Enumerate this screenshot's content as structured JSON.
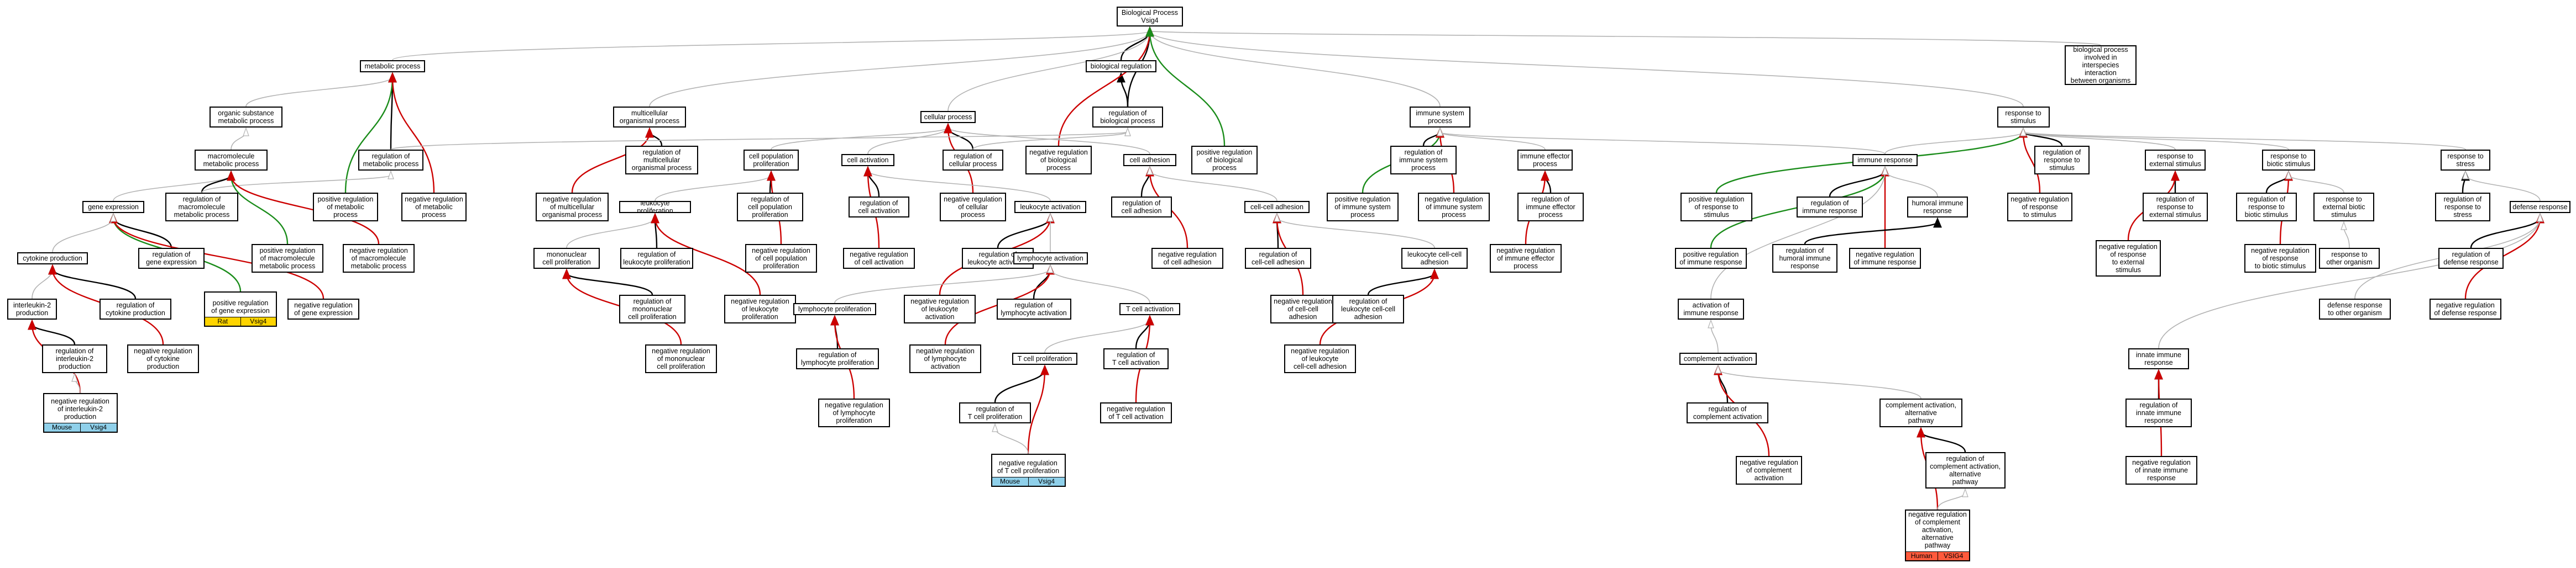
{
  "colors": {
    "neutral": "#b3b3b3",
    "positive": "#1a8c1a",
    "negative": "#cc0000",
    "is_a": "#000000",
    "species_rat": "#ffd400",
    "species_mouse": "#8fd0ea",
    "species_human": "#ff5a3c"
  },
  "nodes": [
    {
      "id": "bp",
      "label": "Biological Process\nVsig4"
    },
    {
      "id": "breg",
      "label": "biological regulation"
    },
    {
      "id": "bpio",
      "label": "biological process\ninvolved in\ninterspecies\ninteraction\nbetween organisms"
    },
    {
      "id": "meta",
      "label": "metabolic process"
    },
    {
      "id": "osm",
      "label": "organic substance\nmetabolic process"
    },
    {
      "id": "regbp",
      "label": "regulation of\nbiological process"
    },
    {
      "id": "mop",
      "label": "multicellular\norganismal process"
    },
    {
      "id": "cellp",
      "label": "cellular process"
    },
    {
      "id": "isp",
      "label": "immune system\nprocess"
    },
    {
      "id": "rts",
      "label": "response to\nstimulus"
    },
    {
      "id": "macro",
      "label": "macromolecule\nmetabolic process"
    },
    {
      "id": "regmeta",
      "label": "regulation of\nmetabolic process"
    },
    {
      "id": "regmop",
      "label": "regulation of\nmulticellular\norganismal process"
    },
    {
      "id": "cpp",
      "label": "cell population\nproliferation"
    },
    {
      "id": "cact",
      "label": "cell activation"
    },
    {
      "id": "regcellp",
      "label": "regulation of\ncellular process"
    },
    {
      "id": "negregbp",
      "label": "negative regulation\nof biological\nprocess"
    },
    {
      "id": "cadh",
      "label": "cell adhesion"
    },
    {
      "id": "posregbp",
      "label": "positive regulation\nof biological\nprocess"
    },
    {
      "id": "regisp",
      "label": "regulation of\nimmune system\nprocess"
    },
    {
      "id": "iep",
      "label": "immune effector\nprocess"
    },
    {
      "id": "iresp",
      "label": "immune response"
    },
    {
      "id": "regrts",
      "label": "regulation of\nresponse to\nstimulus"
    },
    {
      "id": "rtes",
      "label": "response to\nexternal stimulus"
    },
    {
      "id": "rtbs",
      "label": "response to\nbiotic stimulus"
    },
    {
      "id": "rtstress",
      "label": "response to\nstress"
    },
    {
      "id": "ge",
      "label": "gene expression"
    },
    {
      "id": "regmacro",
      "label": "regulation of\nmacromolecule\nmetabolic process"
    },
    {
      "id": "posregmeta",
      "label": "positive regulation\nof metabolic\nprocess"
    },
    {
      "id": "negregmeta",
      "label": "negative regulation\nof metabolic\nprocess"
    },
    {
      "id": "negregmop",
      "label": "negative regulation\nof multicellular\norganismal process"
    },
    {
      "id": "lprolif",
      "label": "leukocyte proliferation"
    },
    {
      "id": "regcpp",
      "label": "regulation of\ncell population\nproliferation"
    },
    {
      "id": "regcact",
      "label": "regulation of\ncell activation"
    },
    {
      "id": "negregcellp",
      "label": "negative regulation\nof cellular\nprocess"
    },
    {
      "id": "lact",
      "label": "leukocyte activation"
    },
    {
      "id": "regcadh",
      "label": "regulation of\ncell adhesion"
    },
    {
      "id": "ccadh",
      "label": "cell-cell adhesion"
    },
    {
      "id": "posregisp",
      "label": "positive regulation\nof immune system\nprocess"
    },
    {
      "id": "negregisp",
      "label": "negative regulation\nof immune system\nprocess"
    },
    {
      "id": "regiep",
      "label": "regulation of\nimmune effector\nprocess"
    },
    {
      "id": "posregrts",
      "label": "positive regulation\nof response to\nstimulus"
    },
    {
      "id": "regiresp",
      "label": "regulation of\nimmune response"
    },
    {
      "id": "humir",
      "label": "humoral immune\nresponse"
    },
    {
      "id": "negregrts",
      "label": "negative regulation\nof response\nto stimulus"
    },
    {
      "id": "regrtes",
      "label": "regulation of\nresponse to\nexternal stimulus"
    },
    {
      "id": "regrtbs",
      "label": "regulation of\nresponse to\nbiotic stimulus"
    },
    {
      "id": "rtoo",
      "label": "response to\nexternal biotic\nstimulus"
    },
    {
      "id": "regrtstress",
      "label": "regulation of\nresponse to\nstress"
    },
    {
      "id": "defresp",
      "label": "defense response"
    },
    {
      "id": "cytprod",
      "label": "cytokine production"
    },
    {
      "id": "regge",
      "label": "regulation of\ngene expression"
    },
    {
      "id": "posregmacro",
      "label": "positive regulation\nof macromolecule\nmetabolic process"
    },
    {
      "id": "negregmacro",
      "label": "negative regulation\nof macromolecule\nmetabolic process"
    },
    {
      "id": "mncprolif",
      "label": "mononuclear\ncell proliferation"
    },
    {
      "id": "reglprolif",
      "label": "regulation of\nleukocyte proliferation"
    },
    {
      "id": "negregcpp",
      "label": "negative regulation\nof cell population\nproliferation"
    },
    {
      "id": "negregcact",
      "label": "negative regulation\nof cell activation"
    },
    {
      "id": "reglact",
      "label": "regulation of\nleukocyte activation"
    },
    {
      "id": "negregcadh",
      "label": "negative regulation\nof cell adhesion"
    },
    {
      "id": "regccadh",
      "label": "regulation of\ncell-cell adhesion"
    },
    {
      "id": "lccadh",
      "label": "leukocyte cell-cell\nadhesion"
    },
    {
      "id": "negregiep",
      "label": "negative regulation\nof immune effector\nprocess"
    },
    {
      "id": "posregiresp",
      "label": "positive regulation\nof immune response"
    },
    {
      "id": "reghumir",
      "label": "regulation of\nhumoral immune\nresponse"
    },
    {
      "id": "negregiresp",
      "label": "negative regulation\nof immune response"
    },
    {
      "id": "negregrtes",
      "label": "negative regulation\nof response\nto external\nstimulus"
    },
    {
      "id": "negregrtbs",
      "label": "negative regulation\nof response\nto biotic stimulus"
    },
    {
      "id": "rtoorg",
      "label": "response to\nother organism"
    },
    {
      "id": "regdefresp",
      "label": "regulation of\ndefense response"
    },
    {
      "id": "il2prod",
      "label": "interleukin-2\nproduction"
    },
    {
      "id": "regcytprod",
      "label": "regulation of\ncytokine production"
    },
    {
      "id": "posregge",
      "label": "positive regulation\nof gene expression",
      "badges": [
        {
          "text": "Rat",
          "color": "species_rat"
        },
        {
          "text": "Vsig4",
          "color": "species_rat"
        }
      ]
    },
    {
      "id": "negregge",
      "label": "negative regulation\nof gene expression"
    },
    {
      "id": "regmncprolif",
      "label": "regulation of\nmononuclear\ncell proliferation"
    },
    {
      "id": "negreglprolif",
      "label": "negative regulation\nof leukocyte\nproliferation"
    },
    {
      "id": "lymact",
      "label": "lymphocyte activation"
    },
    {
      "id": "negreglact",
      "label": "negative regulation\nof leukocyte\nactivation"
    },
    {
      "id": "negregccadh",
      "label": "negative regulation\nof cell-cell\nadhesion"
    },
    {
      "id": "reglccadh",
      "label": "regulation of\nleukocyte cell-cell\nadhesion"
    },
    {
      "id": "actir",
      "label": "activation of\nimmune response"
    },
    {
      "id": "negregdefresp",
      "label": "negative regulation\nof defense response"
    },
    {
      "id": "defoo",
      "label": "defense response\nto other organism"
    },
    {
      "id": "regil2",
      "label": "regulation of\ninterleukin-2\nproduction"
    },
    {
      "id": "negregcytprod",
      "label": "negative regulation\nof cytokine\nproduction"
    },
    {
      "id": "lymprolif",
      "label": "lymphocyte proliferation"
    },
    {
      "id": "reglymact",
      "label": "regulation of\nlymphocyte activation"
    },
    {
      "id": "tcact",
      "label": "T cell activation"
    },
    {
      "id": "negregmncprolif",
      "label": "negative regulation\nof mononuclear\ncell proliferation"
    },
    {
      "id": "negreglccadh",
      "label": "negative regulation\nof leukocyte\ncell-cell adhesion"
    },
    {
      "id": "compact",
      "label": "complement activation"
    },
    {
      "id": "innate",
      "label": "innate immune\nresponse"
    },
    {
      "id": "negregil2",
      "label": "negative regulation\nof interleukin-2\nproduction",
      "badges": [
        {
          "text": "Mouse",
          "color": "species_mouse"
        },
        {
          "text": "Vsig4",
          "color": "species_mouse"
        }
      ]
    },
    {
      "id": "reglymprolif",
      "label": "regulation of\nlymphocyte proliferation"
    },
    {
      "id": "negreglymact",
      "label": "negative regulation\nof lymphocyte\nactivation"
    },
    {
      "id": "tcprolif",
      "label": "T cell proliferation"
    },
    {
      "id": "regtcact",
      "label": "regulation of\nT cell activation"
    },
    {
      "id": "regcompact",
      "label": "regulation of\ncomplement activation"
    },
    {
      "id": "compalt",
      "label": "complement activation,\nalternative\npathway"
    },
    {
      "id": "reginnate",
      "label": "regulation of\ninnate immune\nresponse"
    },
    {
      "id": "negreglymprolif",
      "label": "negative regulation\nof lymphocyte\nproliferation"
    },
    {
      "id": "regtcprolif",
      "label": "regulation of\nT cell proliferation"
    },
    {
      "id": "negregtcact",
      "label": "negative regulation\nof T cell activation"
    },
    {
      "id": "regcompalt",
      "label": "regulation of\ncomplement activation,\nalternative\npathway"
    },
    {
      "id": "negregtcprolif",
      "label": "negative regulation\nof T cell proliferation",
      "badges": [
        {
          "text": "Mouse",
          "color": "species_mouse"
        },
        {
          "text": "Vsig4",
          "color": "species_mouse"
        }
      ]
    },
    {
      "id": "negregcompact",
      "label": "negative regulation\nof complement\nactivation"
    },
    {
      "id": "negreginnate",
      "label": "negative regulation\nof innate immune\nresponse"
    },
    {
      "id": "negregcompalt",
      "label": "negative regulation\nof complement\nactivation,\nalternative\npathway",
      "badges": [
        {
          "text": "Human",
          "color": "species_human"
        },
        {
          "text": "VSIG4",
          "color": "species_human"
        }
      ]
    }
  ],
  "edges": [
    [
      "breg",
      "bp",
      "is_a"
    ],
    [
      "meta",
      "bp",
      "neutral"
    ],
    [
      "bpio",
      "bp",
      "neutral"
    ],
    [
      "mop",
      "bp",
      "neutral"
    ],
    [
      "cellp",
      "bp",
      "neutral"
    ],
    [
      "isp",
      "bp",
      "neutral"
    ],
    [
      "rts",
      "bp",
      "neutral"
    ],
    [
      "regbp",
      "breg",
      "is_a"
    ],
    [
      "regbp",
      "bp",
      "is_a"
    ],
    [
      "negregbp",
      "bp",
      "negative"
    ],
    [
      "posregbp",
      "bp",
      "positive"
    ],
    [
      "osm",
      "meta",
      "neutral"
    ],
    [
      "macro",
      "osm",
      "neutral"
    ],
    [
      "regmeta",
      "meta",
      "is_a"
    ],
    [
      "posregmeta",
      "meta",
      "positive"
    ],
    [
      "negregmeta",
      "meta",
      "negative"
    ],
    [
      "regmop",
      "mop",
      "is_a"
    ],
    [
      "negregmop",
      "mop",
      "negative"
    ],
    [
      "cpp",
      "cellp",
      "neutral"
    ],
    [
      "cact",
      "cellp",
      "neutral"
    ],
    [
      "cadh",
      "cellp",
      "neutral"
    ],
    [
      "regcellp",
      "cellp",
      "is_a"
    ],
    [
      "negregcellp",
      "cellp",
      "negative"
    ],
    [
      "regcellp",
      "regbp",
      "neutral"
    ],
    [
      "regmeta",
      "regbp",
      "neutral"
    ],
    [
      "regisp",
      "isp",
      "is_a"
    ],
    [
      "posregisp",
      "isp",
      "positive"
    ],
    [
      "negregisp",
      "isp",
      "negative"
    ],
    [
      "iep",
      "isp",
      "neutral"
    ],
    [
      "iresp",
      "isp",
      "neutral"
    ],
    [
      "iresp",
      "rts",
      "neutral"
    ],
    [
      "regrts",
      "rts",
      "is_a"
    ],
    [
      "posregrts",
      "rts",
      "positive"
    ],
    [
      "negregrts",
      "rts",
      "negative"
    ],
    [
      "rtes",
      "rts",
      "neutral"
    ],
    [
      "rtbs",
      "rts",
      "neutral"
    ],
    [
      "rtstress",
      "rts",
      "neutral"
    ],
    [
      "ge",
      "macro",
      "neutral"
    ],
    [
      "regmacro",
      "macro",
      "is_a"
    ],
    [
      "regmacro",
      "regmeta",
      "neutral"
    ],
    [
      "posregmacro",
      "macro",
      "positive"
    ],
    [
      "negregmacro",
      "macro",
      "negative"
    ],
    [
      "regge",
      "ge",
      "is_a"
    ],
    [
      "posregge",
      "ge",
      "positive"
    ],
    [
      "negregge",
      "ge",
      "negative"
    ],
    [
      "cytprod",
      "ge",
      "neutral"
    ],
    [
      "il2prod",
      "cytprod",
      "neutral"
    ],
    [
      "regcytprod",
      "cytprod",
      "is_a"
    ],
    [
      "negregcytprod",
      "cytprod",
      "negative"
    ],
    [
      "regil2",
      "il2prod",
      "is_a"
    ],
    [
      "negregil2",
      "il2prod",
      "negative"
    ],
    [
      "lprolif",
      "cpp",
      "neutral"
    ],
    [
      "regcpp",
      "cpp",
      "is_a"
    ],
    [
      "negregcpp",
      "cpp",
      "negative"
    ],
    [
      "mncprolif",
      "lprolif",
      "neutral"
    ],
    [
      "reglprolif",
      "lprolif",
      "is_a"
    ],
    [
      "negreglprolif",
      "lprolif",
      "negative"
    ],
    [
      "regmncprolif",
      "mncprolif",
      "is_a"
    ],
    [
      "negregmncprolif",
      "mncprolif",
      "negative"
    ],
    [
      "lact",
      "cact",
      "neutral"
    ],
    [
      "regcact",
      "cact",
      "is_a"
    ],
    [
      "negregcact",
      "cact",
      "negative"
    ],
    [
      "reglact",
      "lact",
      "is_a"
    ],
    [
      "negreglact",
      "lact",
      "negative"
    ],
    [
      "lymact",
      "lact",
      "neutral"
    ],
    [
      "reglymact",
      "lymact",
      "is_a"
    ],
    [
      "negreglymact",
      "lymact",
      "negative"
    ],
    [
      "lymprolif",
      "lymact",
      "neutral"
    ],
    [
      "tcact",
      "lymact",
      "neutral"
    ],
    [
      "reglymprolif",
      "lymprolif",
      "is_a"
    ],
    [
      "negreglymprolif",
      "lymprolif",
      "negative"
    ],
    [
      "tcprolif",
      "tcact",
      "neutral"
    ],
    [
      "regtcact",
      "tcact",
      "is_a"
    ],
    [
      "negregtcact",
      "tcact",
      "negative"
    ],
    [
      "regtcprolif",
      "tcprolif",
      "is_a"
    ],
    [
      "negregtcprolif",
      "tcprolif",
      "negative"
    ],
    [
      "regcadh",
      "cadh",
      "is_a"
    ],
    [
      "negregcadh",
      "cadh",
      "negative"
    ],
    [
      "ccadh",
      "cadh",
      "neutral"
    ],
    [
      "regccadh",
      "ccadh",
      "is_a"
    ],
    [
      "negregccadh",
      "ccadh",
      "negative"
    ],
    [
      "lccadh",
      "ccadh",
      "neutral"
    ],
    [
      "reglccadh",
      "lccadh",
      "is_a"
    ],
    [
      "negreglccadh",
      "lccadh",
      "negative"
    ],
    [
      "regiep",
      "iep",
      "is_a"
    ],
    [
      "negregiep",
      "iep",
      "negative"
    ],
    [
      "regiresp",
      "iresp",
      "is_a"
    ],
    [
      "posregiresp",
      "iresp",
      "positive"
    ],
    [
      "negregiresp",
      "iresp",
      "negative"
    ],
    [
      "humir",
      "iresp",
      "neutral"
    ],
    [
      "reghumir",
      "humir",
      "is_a"
    ],
    [
      "actir",
      "iresp",
      "neutral"
    ],
    [
      "compact",
      "actir",
      "neutral"
    ],
    [
      "regcompact",
      "compact",
      "is_a"
    ],
    [
      "negregcompact",
      "compact",
      "negative"
    ],
    [
      "compalt",
      "compact",
      "neutral"
    ],
    [
      "regcompalt",
      "compalt",
      "is_a"
    ],
    [
      "negregcompalt",
      "compalt",
      "negative"
    ],
    [
      "regrtes",
      "rtes",
      "is_a"
    ],
    [
      "negregrtes",
      "rtes",
      "negative"
    ],
    [
      "regrtbs",
      "rtbs",
      "is_a"
    ],
    [
      "negregrtbs",
      "rtbs",
      "negative"
    ],
    [
      "rtoo",
      "rtbs",
      "neutral"
    ],
    [
      "rtoorg",
      "rtoo",
      "neutral"
    ],
    [
      "regrtstress",
      "rtstress",
      "is_a"
    ],
    [
      "defresp",
      "rtstress",
      "neutral"
    ],
    [
      "regdefresp",
      "defresp",
      "is_a"
    ],
    [
      "negregdefresp",
      "defresp",
      "negative"
    ],
    [
      "defoo",
      "defresp",
      "neutral"
    ],
    [
      "innate",
      "defresp",
      "neutral"
    ],
    [
      "reginnate",
      "innate",
      "is_a"
    ],
    [
      "negreginnate",
      "innate",
      "negative"
    ],
    [
      "negregcompalt",
      "regcompalt",
      "neutral"
    ],
    [
      "negregtcprolif",
      "regtcprolif",
      "neutral"
    ],
    [
      "negregil2",
      "regil2",
      "neutral"
    ]
  ]
}
